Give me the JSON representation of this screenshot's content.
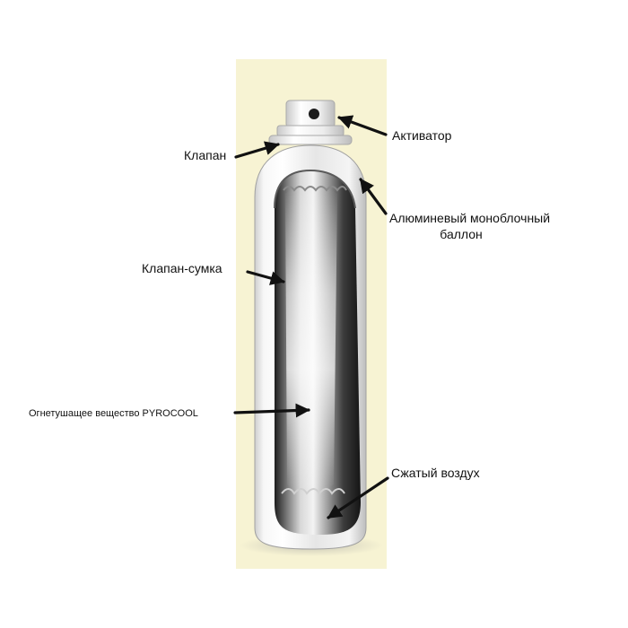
{
  "diagram": {
    "labels": {
      "activator": "Активатор",
      "valve": "Клапан",
      "can_line1": "Алюминевый моноблочный",
      "can_line2": "баллон",
      "bag_valve": "Клапан-сумка",
      "agent": "Огнетушащее вещество PYROCOOL",
      "air": "Сжатый воздух"
    },
    "colors": {
      "backdrop": "#f7f3d3",
      "metal_light": "#f4f4f4",
      "metal_mid": "#b9b9b9",
      "metal_dark": "#3a3a3a",
      "arrow": "#111111"
    }
  }
}
